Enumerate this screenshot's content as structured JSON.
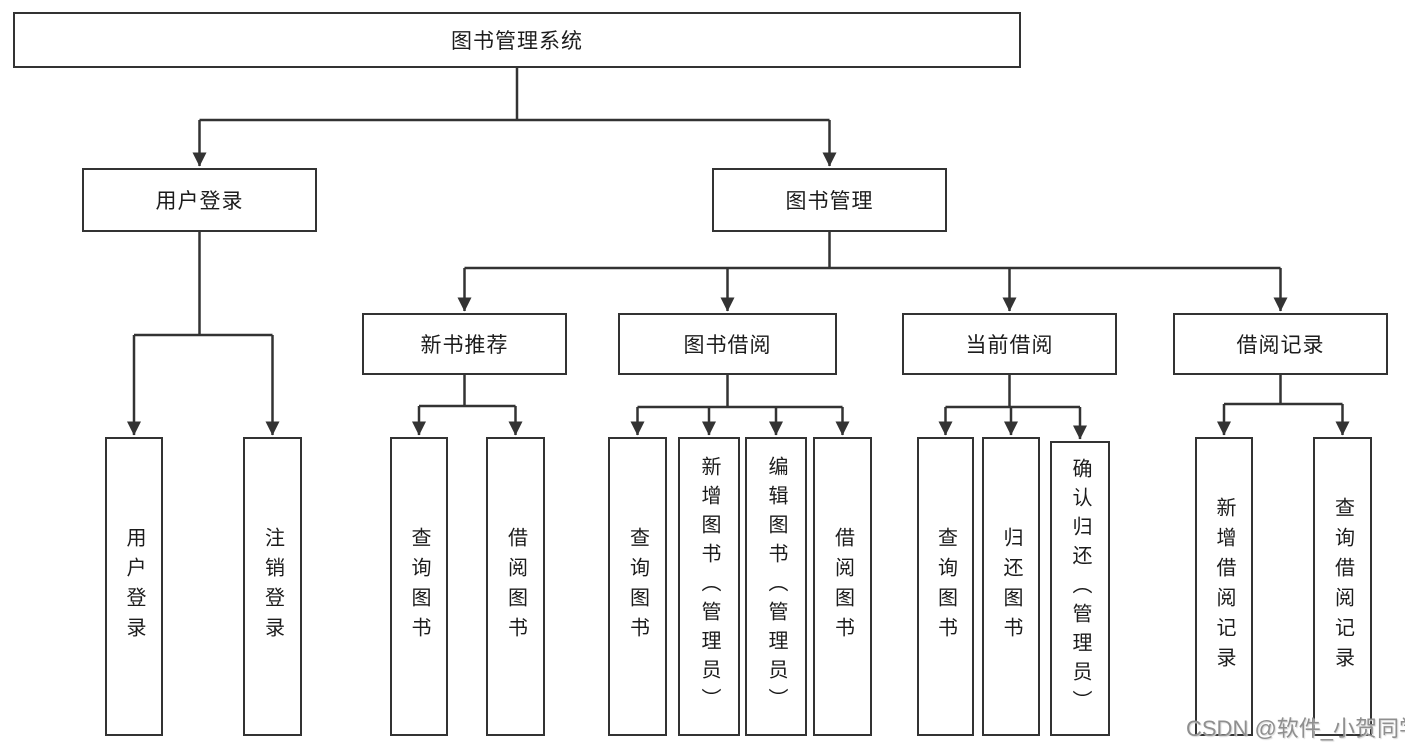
{
  "tree": {
    "label": "图书管理系统",
    "children": [
      {
        "label": "用户登录",
        "children": [
          {
            "label": "用户登录"
          },
          {
            "label": "注销登录"
          }
        ]
      },
      {
        "label": "图书管理",
        "children": [
          {
            "label": "新书推荐",
            "children": [
              {
                "label": "查询图书"
              },
              {
                "label": "借阅图书"
              }
            ]
          },
          {
            "label": "图书借阅",
            "children": [
              {
                "label": "查询图书"
              },
              {
                "label": "新增图书（管理员）"
              },
              {
                "label": "编辑图书（管理员）"
              },
              {
                "label": "借阅图书"
              }
            ]
          },
          {
            "label": "当前借阅",
            "children": [
              {
                "label": "查询图书"
              },
              {
                "label": "归还图书"
              },
              {
                "label": "确认归还（管理员）"
              }
            ]
          },
          {
            "label": "借阅记录",
            "children": [
              {
                "label": "新增借阅记录"
              },
              {
                "label": "查询借阅记录"
              }
            ]
          }
        ]
      }
    ]
  },
  "watermark": {
    "text": "CSDN @软件_小贺同学"
  },
  "colors": {
    "line": "#333333",
    "text": "#1c1c1c",
    "box_fill": "#ffffff",
    "watermark": "#8f8f8f",
    "background": "#ffffff"
  }
}
